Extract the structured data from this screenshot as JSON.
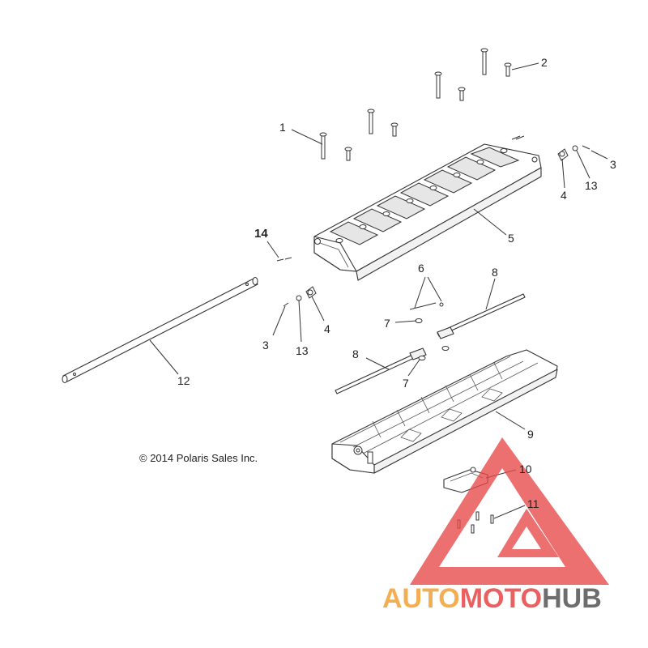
{
  "diagram": {
    "callouts": [
      {
        "label": "1"
      },
      {
        "label": "2"
      },
      {
        "label": "3"
      },
      {
        "label": "13"
      },
      {
        "label": "4"
      },
      {
        "label": "5"
      },
      {
        "label": "14"
      },
      {
        "label": "6"
      },
      {
        "label": "8"
      },
      {
        "label": "7"
      },
      {
        "label": "3"
      },
      {
        "label": "13"
      },
      {
        "label": "4"
      },
      {
        "label": "12"
      },
      {
        "label": "8"
      },
      {
        "label": "7"
      },
      {
        "label": "9"
      },
      {
        "label": "10"
      },
      {
        "label": "11"
      }
    ],
    "copyright": "© 2014 Polaris Sales Inc."
  },
  "watermark": {
    "part1": "AUTO",
    "part2": "MOTO",
    "part3": "HUB",
    "colors": {
      "red": "#e8494a",
      "orange": "#f2a33a",
      "gray": "#5a5a5a"
    }
  }
}
